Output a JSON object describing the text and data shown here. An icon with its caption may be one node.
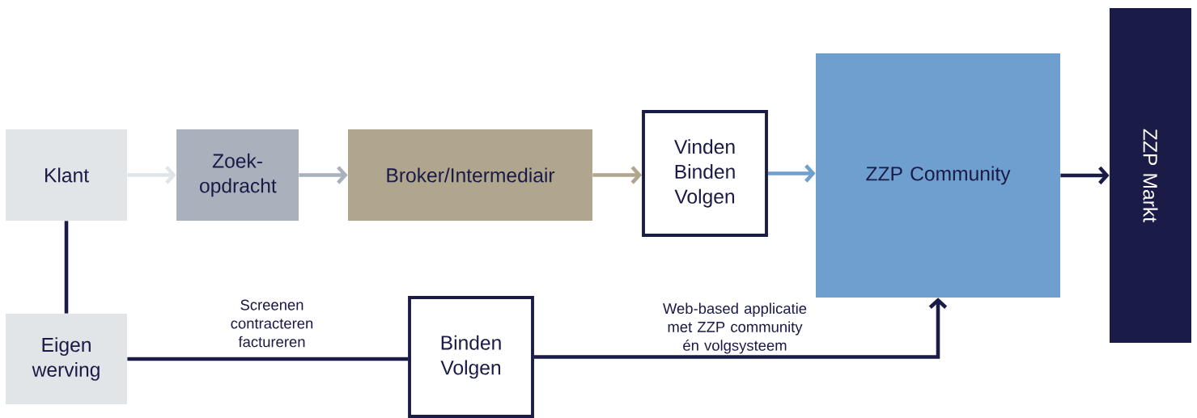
{
  "diagram": {
    "nodes": [
      {
        "text": [
          "Klant"
        ]
      },
      {
        "text": [
          "Zoek- opdracht"
        ]
      },
      {
        "text": [
          "Broker/Intermediair"
        ]
      },
      {
        "text": [
          "Vinden Binden Volgen"
        ]
      },
      {
        "text": [
          "ZZP Community"
        ]
      },
      {
        "text": [
          "ZZP Markt"
        ]
      },
      {
        "text": [
          "Eigen werving"
        ]
      },
      {
        "text": [
          "Binden Volgen"
        ]
      }
    ],
    "edges": [
      {
        "from": 0,
        "to": 1,
        "arrow": "to",
        "color": "#e1e5e7"
      },
      {
        "from": 1,
        "to": 2,
        "arrow": "to",
        "color": "#a9b1bc"
      },
      {
        "from": 2,
        "to": 3,
        "arrow": "to",
        "color": "#b0a68e"
      },
      {
        "from": 3,
        "to": 4,
        "arrow": "to",
        "color": "#6f9fcf"
      },
      {
        "from": 4,
        "to": 5,
        "arrow": "to"
      },
      {
        "from": 0,
        "to": 6,
        "arrow": "none"
      },
      {
        "from": 6,
        "to": 7,
        "arrow": "none",
        "label": "Screenen contracteren factureren"
      },
      {
        "from": 7,
        "to": 4,
        "arrow": "to",
        "label": "Web-based applicatie met ZZP community én volgsysteem"
      }
    ]
  }
}
